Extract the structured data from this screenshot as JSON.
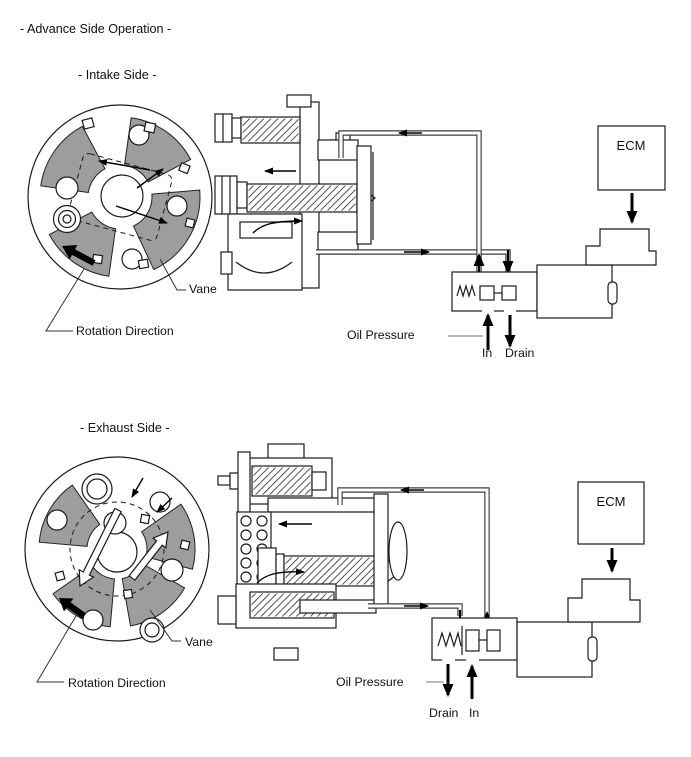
{
  "page": {
    "heading": "- Advance Side Operation -"
  },
  "colors": {
    "line": "#1a1a1a",
    "chamber_gray": "#9d9d9d",
    "background": "#ffffff"
  },
  "sections": [
    {
      "id": "intake",
      "title": "- Intake Side -",
      "labels": {
        "vane": "Vane",
        "rotation_direction": "Rotation Direction",
        "oil_pressure": "Oil Pressure",
        "port_in": "In",
        "port_drain": "Drain",
        "ecm": "ECM"
      }
    },
    {
      "id": "exhaust",
      "title": "- Exhaust Side -",
      "labels": {
        "vane": "Vane",
        "rotation_direction": "Rotation Direction",
        "oil_pressure": "Oil Pressure",
        "port_drain": "Drain",
        "port_in": "In",
        "ecm": "ECM"
      }
    }
  ]
}
